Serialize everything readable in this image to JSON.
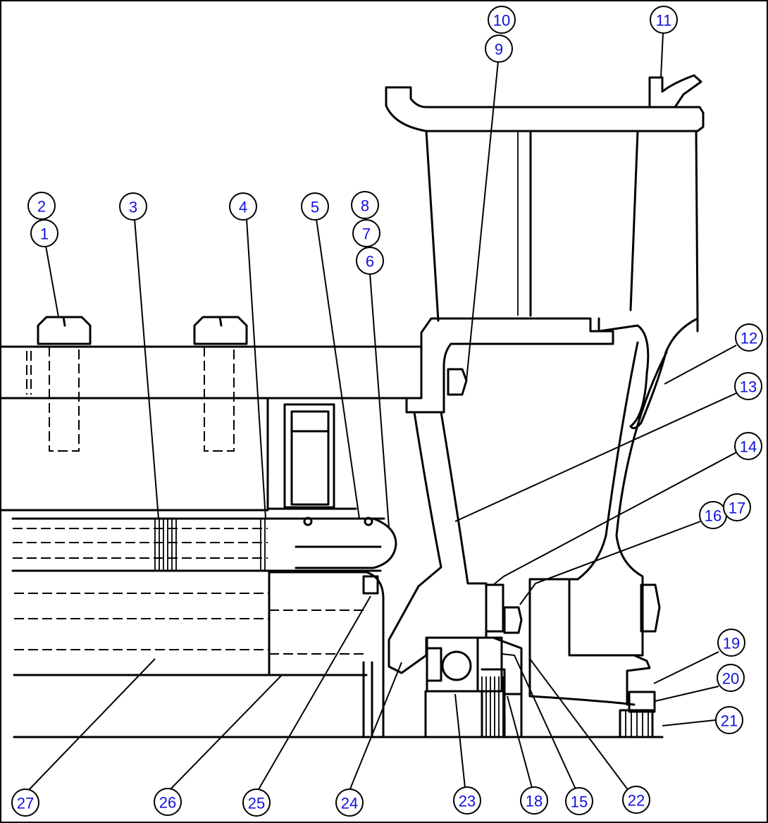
{
  "callouts": [
    {
      "id": "1",
      "label": "1"
    },
    {
      "id": "2",
      "label": "2"
    },
    {
      "id": "3",
      "label": "3"
    },
    {
      "id": "4",
      "label": "4"
    },
    {
      "id": "5",
      "label": "5"
    },
    {
      "id": "6",
      "label": "6"
    },
    {
      "id": "7",
      "label": "7"
    },
    {
      "id": "8",
      "label": "8"
    },
    {
      "id": "9",
      "label": "9"
    },
    {
      "id": "10",
      "label": "10"
    },
    {
      "id": "11",
      "label": "11"
    },
    {
      "id": "12",
      "label": "12"
    },
    {
      "id": "13",
      "label": "13"
    },
    {
      "id": "14",
      "label": "14"
    },
    {
      "id": "15",
      "label": "15"
    },
    {
      "id": "16",
      "label": "16"
    },
    {
      "id": "17",
      "label": "17"
    },
    {
      "id": "18",
      "label": "18"
    },
    {
      "id": "19",
      "label": "19"
    },
    {
      "id": "20",
      "label": "20"
    },
    {
      "id": "21",
      "label": "21"
    },
    {
      "id": "22",
      "label": "22"
    },
    {
      "id": "23",
      "label": "23"
    },
    {
      "id": "24",
      "label": "24"
    },
    {
      "id": "25",
      "label": "25"
    },
    {
      "id": "26",
      "label": "26"
    },
    {
      "id": "27",
      "label": "27"
    }
  ],
  "colors": {
    "callout_text": "#1111dd",
    "line": "#000000",
    "background": "#ffffff"
  }
}
